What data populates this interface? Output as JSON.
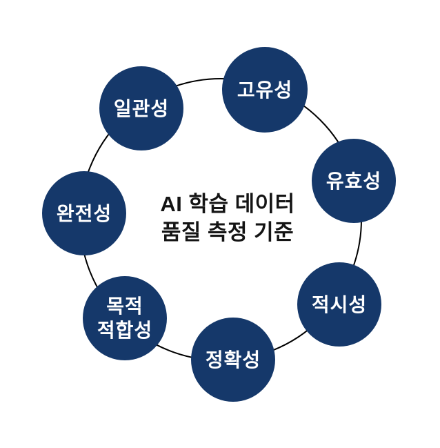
{
  "diagram": {
    "title_lines": [
      "AI 학습 데이터",
      "품질 측정 기준"
    ],
    "nodes": [
      {
        "lines": [
          "고유성"
        ]
      },
      {
        "lines": [
          "유효성"
        ]
      },
      {
        "lines": [
          "적시성"
        ]
      },
      {
        "lines": [
          "정확성"
        ]
      },
      {
        "lines": [
          "목적",
          "적합성"
        ]
      },
      {
        "lines": [
          "완전성"
        ]
      },
      {
        "lines": [
          "일관성"
        ]
      }
    ],
    "colors": {
      "node_fill": "#15386a",
      "node_text": "#ffffff",
      "ring_stroke": "#000000",
      "title_text": "#141414",
      "background": "#ffffff"
    }
  }
}
